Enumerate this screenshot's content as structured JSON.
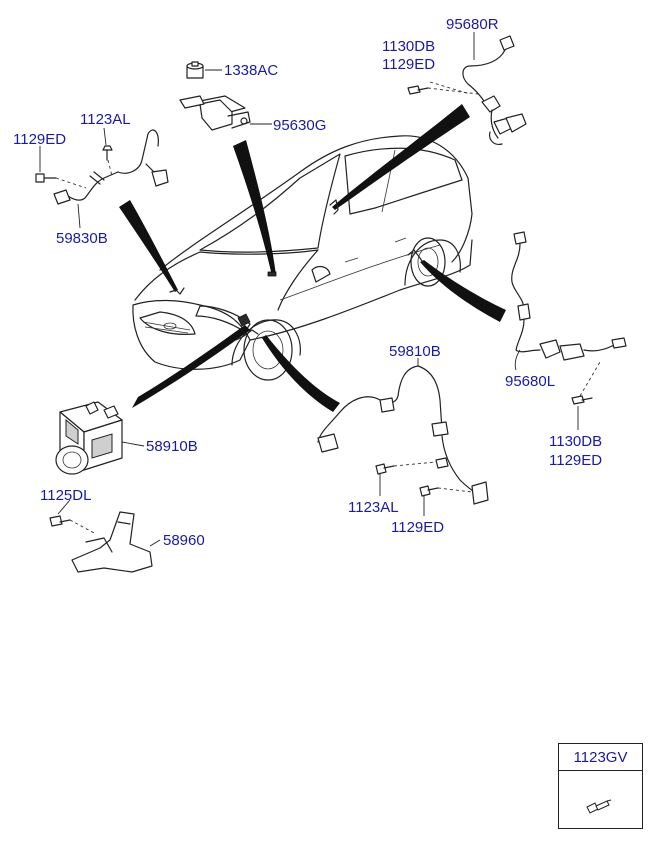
{
  "labels": {
    "p95680R": "95680R",
    "p1130DB_top": "1130DB",
    "p1129ED_top": "1129ED",
    "p1338AC": "1338AC",
    "p95630G": "95630G",
    "p1123AL_left": "1123AL",
    "p1129ED_left": "1129ED",
    "p59830B": "59830B",
    "p59810B": "59810B",
    "p95680L": "95680L",
    "p1130DB_right": "1130DB",
    "p1129ED_right": "1129ED",
    "p58910B": "58910B",
    "p1125DL": "1125DL",
    "p58960": "58960",
    "p1123AL_bottom": "1123AL",
    "p1129ED_bottom": "1129ED"
  },
  "legend": {
    "code": "1123GV"
  },
  "colors": {
    "label": "#1a1aa6",
    "line": "#222222",
    "pointer": "#111111"
  }
}
